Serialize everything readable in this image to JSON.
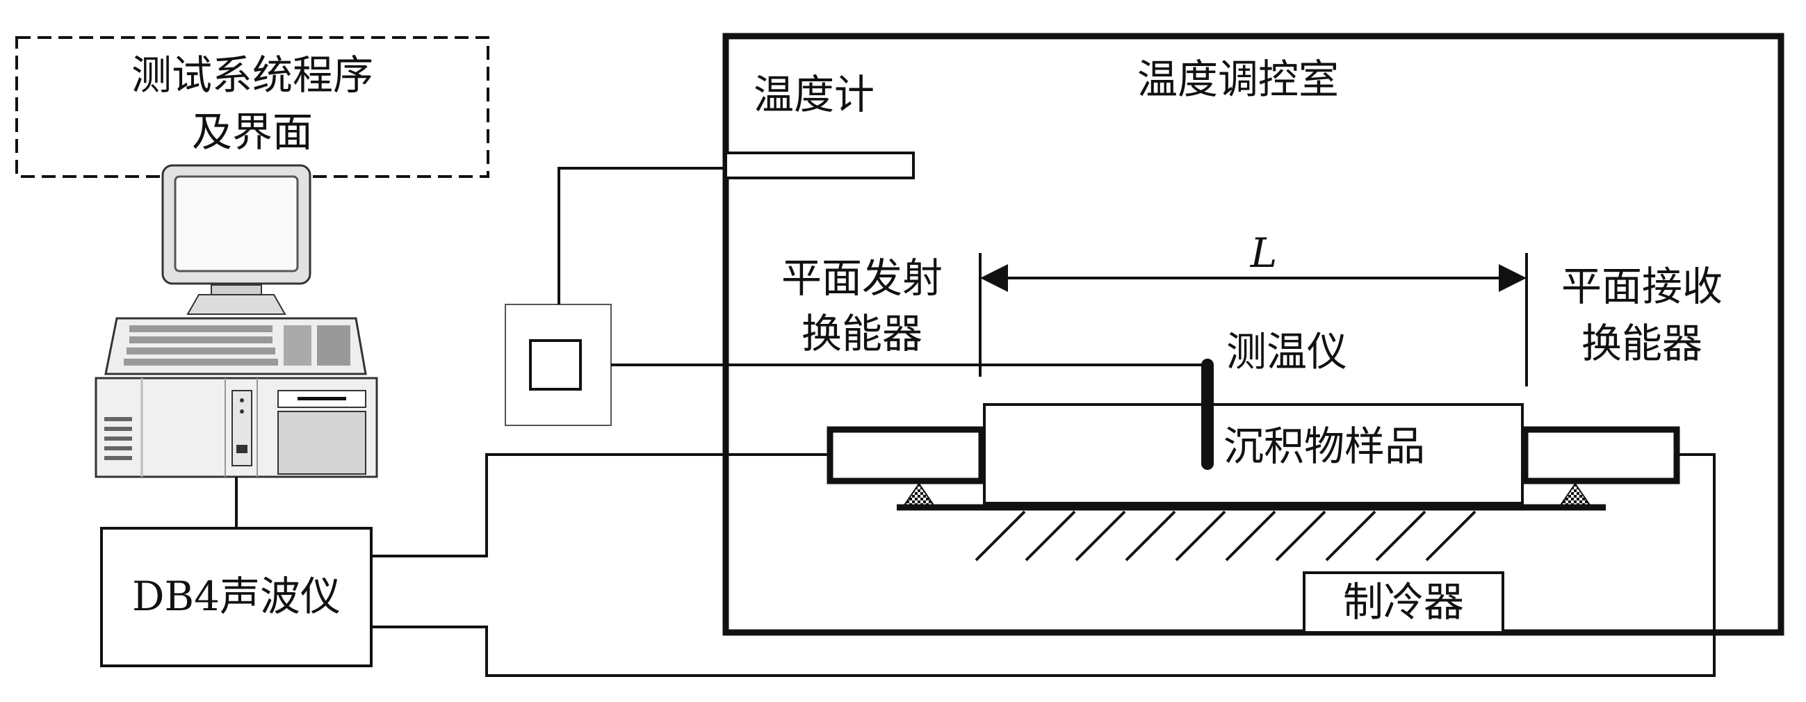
{
  "labels": {
    "software_line1": "测试系统程序",
    "software_line2": "及界面",
    "thermometer": "温度计",
    "chamber": "温度调控室",
    "transmitter_line1": "平面发射",
    "transmitter_line2": "换能器",
    "distance": "L",
    "receiver_line1": "平面接收",
    "receiver_line2": "换能器",
    "temp_probe": "测温仪",
    "sample": "沉积物样品",
    "cooler": "制冷器",
    "instrument": "DB4声波仪"
  }
}
